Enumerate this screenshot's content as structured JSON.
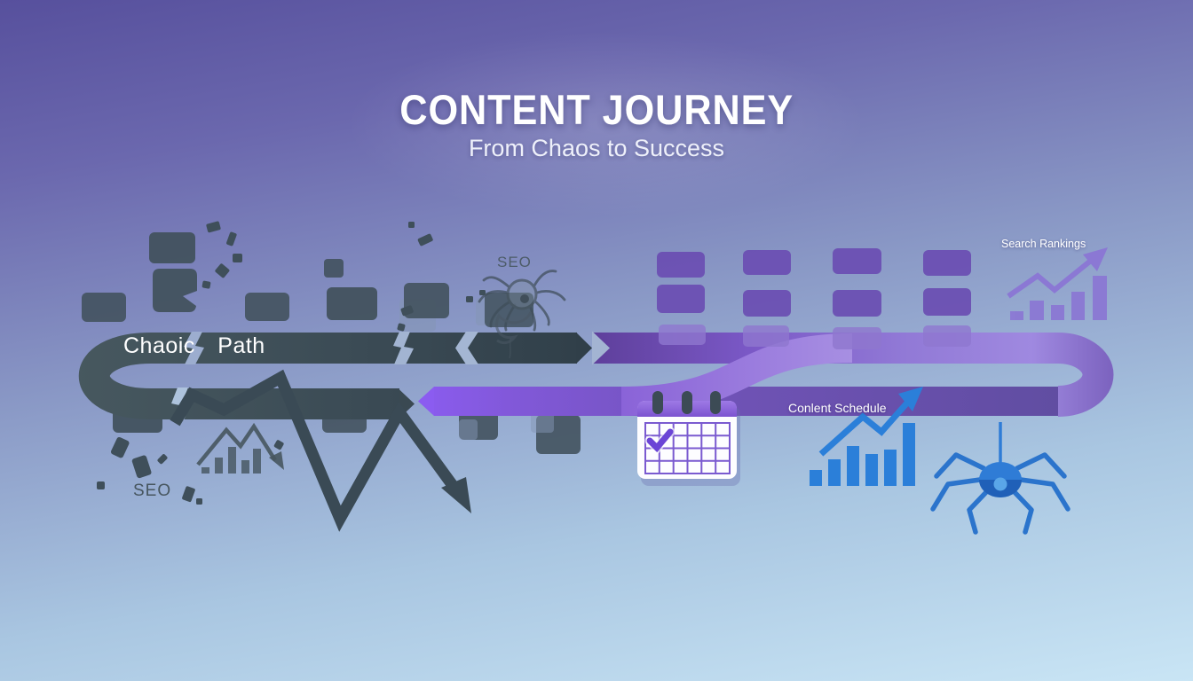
{
  "title": "CONTENT JOURNEY",
  "subtitle": "From Chaos to Success",
  "labels": {
    "chaotic_path": "Chaoic Path",
    "seo_top": "SEO",
    "seo_bottom": "SEO",
    "content_schedule": "Conlent Schedule",
    "search_rankings": "Search Rankings"
  },
  "colors": {
    "background_top": "#57509d",
    "background_bottom": "#c9e5f5",
    "chaos_slate": "#3d4e5a",
    "success_purple": "#8b5cf6",
    "purple_band_dark": "#5e3f9b",
    "purple_band_light": "#9d85de",
    "blue_accent": "#2b7fd9",
    "rankings_purple": "#8b78d4",
    "calendar_white": "#fdfdff",
    "calendar_purple": "#7c5ad2",
    "text_white": "#ffffff",
    "text_slate": "#47565f"
  },
  "journey": {
    "left_stage": "chaotic broken path with scattered content blocks",
    "right_stage": "organized purple path loop with aligned content blocks",
    "icons": [
      "seo-spider-icon",
      "declining-chart-icon",
      "broken-arrow-icon",
      "calendar-checked-icon",
      "growth-chart-icon",
      "crawler-spider-icon",
      "rankings-chart-icon"
    ]
  },
  "mini_charts": {
    "seo_decline": {
      "type": "bar",
      "values": [
        6,
        18,
        30,
        15,
        28
      ],
      "trend": "down",
      "color": "#4a5a66"
    },
    "content_growth": {
      "type": "bar",
      "values": [
        18,
        30,
        45,
        36,
        41,
        71
      ],
      "trend": "up",
      "color": "#2b7fd9"
    },
    "search_rankings": {
      "type": "bar",
      "values": [
        10,
        22,
        17,
        32,
        50
      ],
      "trend": "up",
      "color": "#8b78d4"
    }
  },
  "calendar": {
    "checked": true
  }
}
